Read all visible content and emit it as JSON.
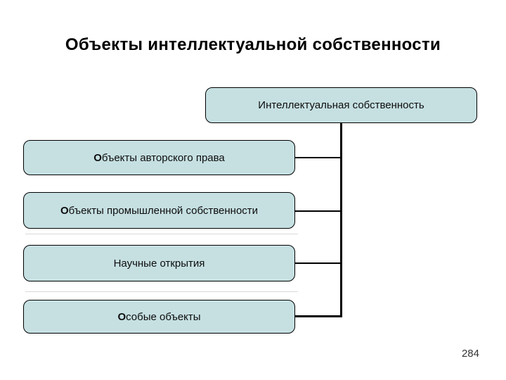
{
  "slide": {
    "title": "Объекты интеллектуальной собственности",
    "page_number": "284"
  },
  "diagram": {
    "root": {
      "label": "Интеллектуальная собственность"
    },
    "children": [
      {
        "lead": "О",
        "rest": "бъекты авторского права"
      },
      {
        "lead": "О",
        "rest": "бъекты промышленной собственности"
      },
      {
        "lead": "",
        "rest": "Научные открытия"
      },
      {
        "lead": "О",
        "rest": "собые объекты"
      }
    ]
  },
  "colors": {
    "background": "#ffffff",
    "box_fill": "#c6e0e2",
    "box_border": "#000000",
    "connector": "#000000",
    "title_color": "#000000",
    "page_number_color": "#333333"
  }
}
